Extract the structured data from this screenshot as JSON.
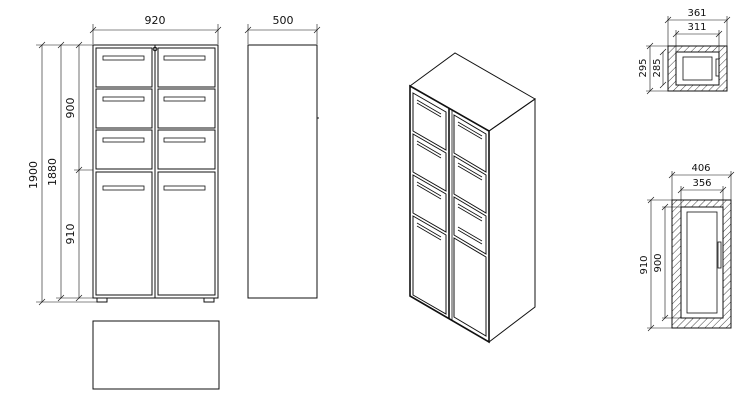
{
  "front_view": {
    "width_label": "920",
    "total_height_label": "1900",
    "body_height_label": "1880",
    "upper_section_label": "900",
    "lower_section_label": "910"
  },
  "side_view": {
    "depth_label": "500"
  },
  "small_compartment_section": {
    "outer_width_label": "361",
    "inner_width_label": "311",
    "outer_height_label": "295",
    "inner_height_label": "285"
  },
  "large_compartment_section": {
    "outer_width_label": "406",
    "inner_width_label": "356",
    "outer_height_label": "910",
    "inner_height_label": "900"
  }
}
